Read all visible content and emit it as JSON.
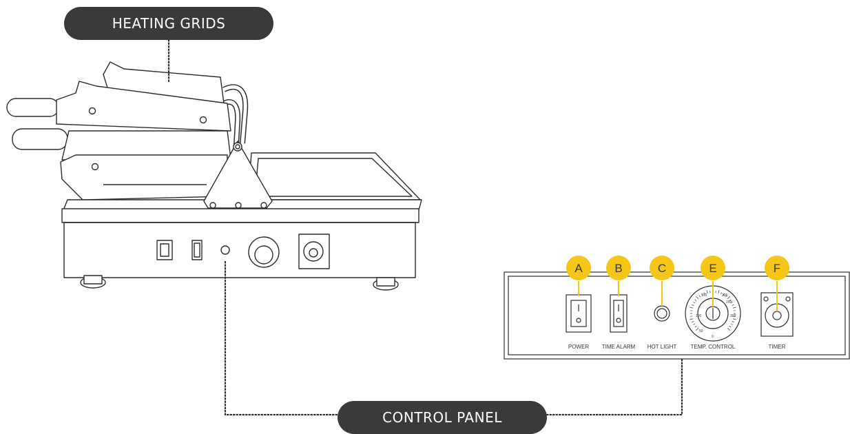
{
  "callouts": {
    "heating_grids": "HEATING GRIDS",
    "control_panel": "CONTROL PANEL"
  },
  "panel": {
    "controls": [
      {
        "letter": "A",
        "label": "POWER"
      },
      {
        "letter": "B",
        "label": "TIME ALARM"
      },
      {
        "letter": "C",
        "label": "HOT LIGHT"
      },
      {
        "letter": "E",
        "label": "TEMP. CONTROL"
      },
      {
        "letter": "F",
        "label": "TIMER"
      }
    ],
    "temp_dial_ticks": [
      "100",
      "150",
      "200",
      "250",
      "300",
      "50",
      "0"
    ]
  },
  "colors": {
    "badge": "#f5c518",
    "pill": "#3a3a3a",
    "line": "#333333"
  }
}
